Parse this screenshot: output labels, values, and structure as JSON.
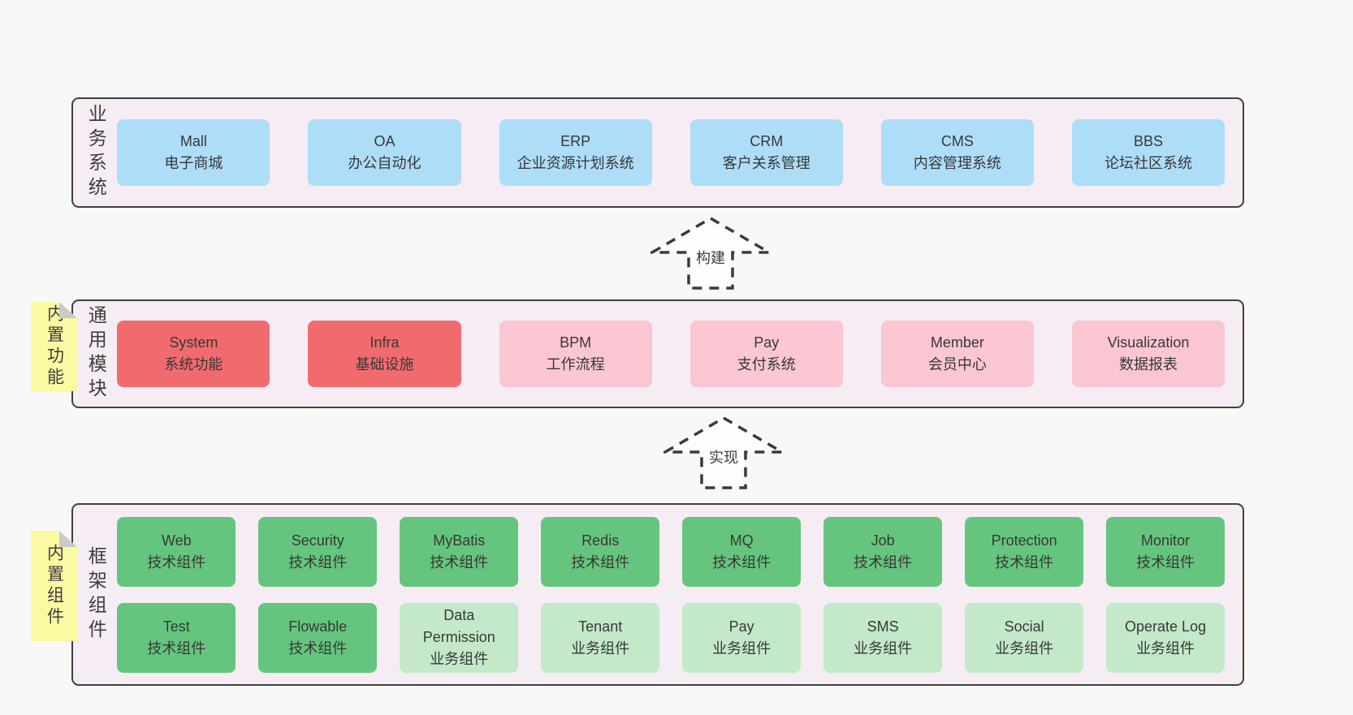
{
  "colors": {
    "page_bg": "#f8f8f8",
    "panel_bg": "#f5ecf4",
    "panel_border": "#3f3f3f",
    "box_blue": "#aeddf8",
    "box_red": "#f16b6e",
    "box_pink": "#fac6d1",
    "box_green_dark": "#65c57f",
    "box_green_light": "#c3e9c8",
    "sticky_yellow": "#fbf9a2",
    "sticky_fold": "#c9c9c9",
    "arrow_stroke": "#3a3a3a",
    "text": "#3a3a3a"
  },
  "arrows": {
    "build": "构建",
    "implement": "实现"
  },
  "layers": {
    "business": {
      "label": "业务系统",
      "boxes": [
        {
          "en": "Mall",
          "zh": "电子商城",
          "variant": "blue"
        },
        {
          "en": "OA",
          "zh": "办公自动化",
          "variant": "blue"
        },
        {
          "en": "ERP",
          "zh": "企业资源计划系统",
          "variant": "blue"
        },
        {
          "en": "CRM",
          "zh": "客户关系管理",
          "variant": "blue"
        },
        {
          "en": "CMS",
          "zh": "内容管理系统",
          "variant": "blue"
        },
        {
          "en": "BBS",
          "zh": "论坛社区系统",
          "variant": "blue"
        }
      ]
    },
    "modules": {
      "label": "通用模块",
      "sticky": "内置功能",
      "boxes": [
        {
          "en": "System",
          "zh": "系统功能",
          "variant": "red"
        },
        {
          "en": "Infra",
          "zh": "基础设施",
          "variant": "red"
        },
        {
          "en": "BPM",
          "zh": "工作流程",
          "variant": "pink"
        },
        {
          "en": "Pay",
          "zh": "支付系统",
          "variant": "pink"
        },
        {
          "en": "Member",
          "zh": "会员中心",
          "variant": "pink"
        },
        {
          "en": "Visualization",
          "zh": "数据报表",
          "variant": "pink"
        }
      ]
    },
    "components": {
      "label": "框架组件",
      "sticky": "内置组件",
      "row1": [
        {
          "en": "Web",
          "zh": "技术组件",
          "variant": "green-dark"
        },
        {
          "en": "Security",
          "zh": "技术组件",
          "variant": "green-dark"
        },
        {
          "en": "MyBatis",
          "zh": "技术组件",
          "variant": "green-dark"
        },
        {
          "en": "Redis",
          "zh": "技术组件",
          "variant": "green-dark"
        },
        {
          "en": "MQ",
          "zh": "技术组件",
          "variant": "green-dark"
        },
        {
          "en": "Job",
          "zh": "技术组件",
          "variant": "green-dark"
        },
        {
          "en": "Protection",
          "zh": "技术组件",
          "variant": "green-dark"
        },
        {
          "en": "Monitor",
          "zh": "技术组件",
          "variant": "green-dark"
        }
      ],
      "row2": [
        {
          "en": "Test",
          "zh": "技术组件",
          "variant": "green-dark"
        },
        {
          "en": "Flowable",
          "zh": "技术组件",
          "variant": "green-dark"
        },
        {
          "en": "Data Permission",
          "zh": "业务组件",
          "variant": "green-light"
        },
        {
          "en": "Tenant",
          "zh": "业务组件",
          "variant": "green-light"
        },
        {
          "en": "Pay",
          "zh": "业务组件",
          "variant": "green-light"
        },
        {
          "en": "SMS",
          "zh": "业务组件",
          "variant": "green-light"
        },
        {
          "en": "Social",
          "zh": "业务组件",
          "variant": "green-light"
        },
        {
          "en": "Operate Log",
          "zh": "业务组件",
          "variant": "green-light"
        }
      ]
    }
  }
}
